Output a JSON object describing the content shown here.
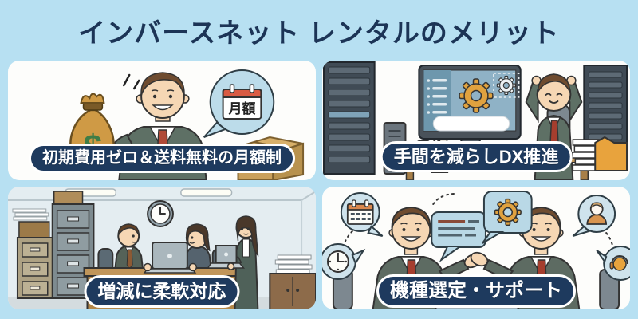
{
  "page": {
    "title": "インバースネット レンタルのメリット",
    "background_color": "#b7e0f2",
    "title_color": "#1c3456",
    "badge_bg_color": "#1e3a5e",
    "badge_border_color": "#ffffff",
    "badge_text_color": "#ffffff",
    "accent_orange": "#e0a23f",
    "bubble_blue": "#bcdcea"
  },
  "panels": [
    {
      "label": "初期費用ゼロ＆送料無料の月額制",
      "illustration": "businessman holding money bag, speech bubble with monthly-fee calendar, shipping box",
      "bubble_text": "月額",
      "money_symbol": "$"
    },
    {
      "label": "手間を減らしDX推進",
      "illustration": "relaxed worker leaning back at desk, monitor with gears, server racks, orange folder"
    },
    {
      "label": "増減に柔軟対応",
      "illustration": "office with filing cabinets, wall clock, two seated workers at laptop, standing woman with laptop"
    },
    {
      "label": "機種選定・サポート",
      "illustration": "two businessmen consulting; bubbles with gear, chat, calendar, clock, person, headset icons"
    }
  ]
}
